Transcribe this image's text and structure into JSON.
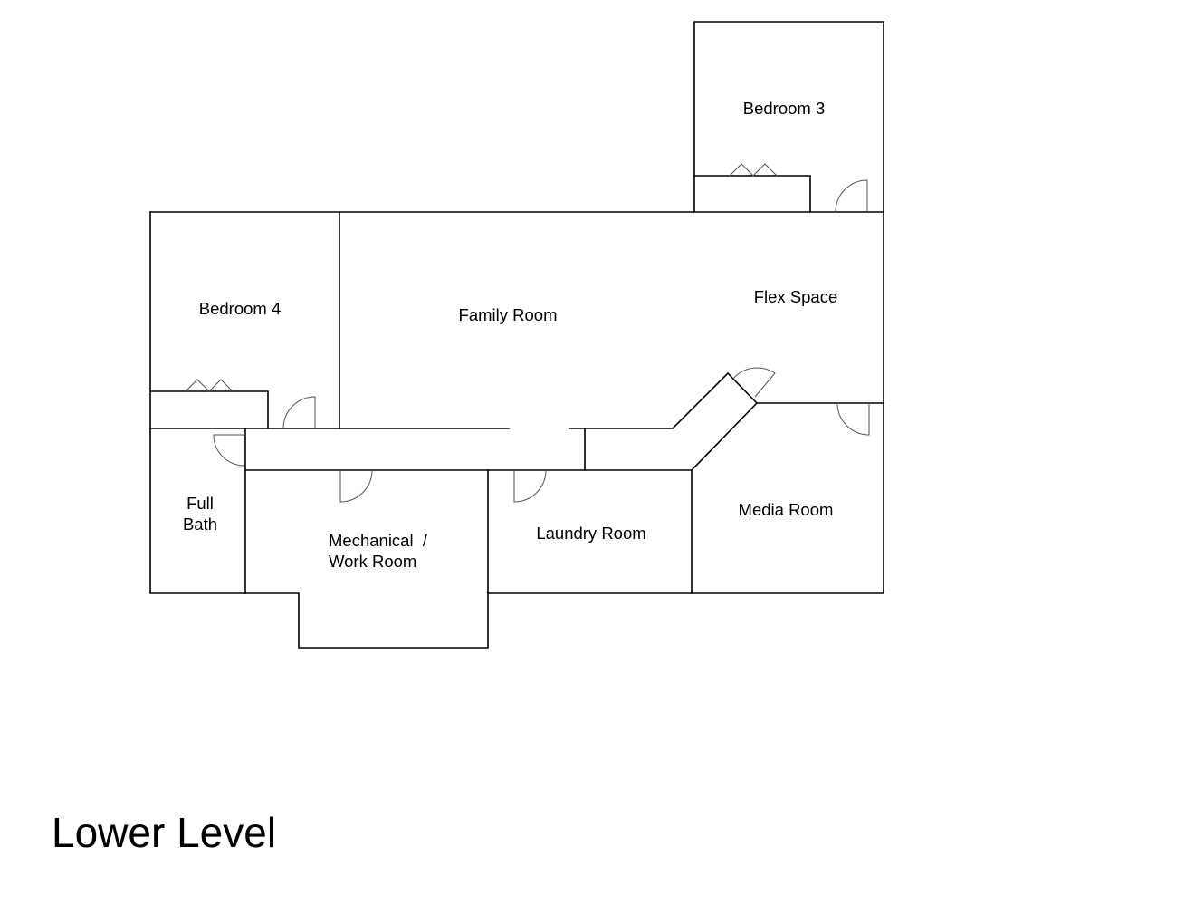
{
  "plan": {
    "title": "Lower Level",
    "rooms": {
      "bedroom_3": "Bedroom 3",
      "bedroom_4": "Bedroom 4",
      "family_room": "Family Room",
      "flex_space": "Flex Space",
      "full_bath_line1": "Full",
      "full_bath_line2": "Bath",
      "mechanical_line1": "Mechanical  /",
      "mechanical_line2": "Work Room",
      "laundry_room": "Laundry Room",
      "media_room": "Media Room"
    }
  },
  "colors": {
    "walls": "#000000",
    "doors": "#555555",
    "background": "#ffffff"
  }
}
